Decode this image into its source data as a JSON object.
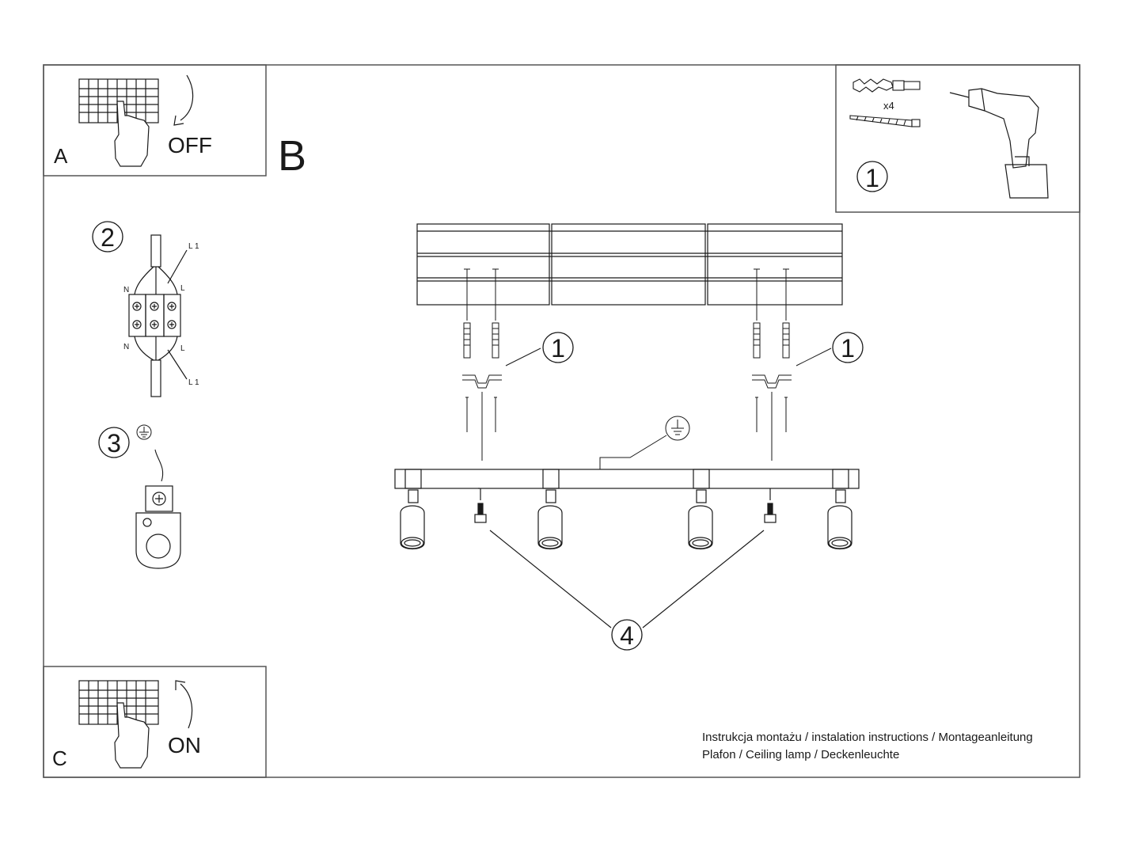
{
  "panels": {
    "a": {
      "letter": "A",
      "label": "OFF"
    },
    "b": {
      "letter": "B"
    },
    "c": {
      "letter": "C",
      "label": "ON"
    }
  },
  "tools": {
    "step": "1",
    "quantity": "x4"
  },
  "wiring": {
    "step": "2",
    "l1_top": "L 1",
    "l1_bottom": "L 1",
    "n_top": "N",
    "n_bottom": "N",
    "l_top": "L",
    "l_bottom": "L"
  },
  "grounding": {
    "step": "3"
  },
  "mounting": {
    "step_left": "1",
    "step_right": "1",
    "step_bottom": "4"
  },
  "caption": {
    "line1": "Instrukcja montażu / instalation instructions / Montageanleitung",
    "line2": "Plafon / Ceiling lamp / Deckenleuchte"
  },
  "colors": {
    "line": "#1a1a1a",
    "frame": "#555555",
    "background": "#ffffff"
  }
}
